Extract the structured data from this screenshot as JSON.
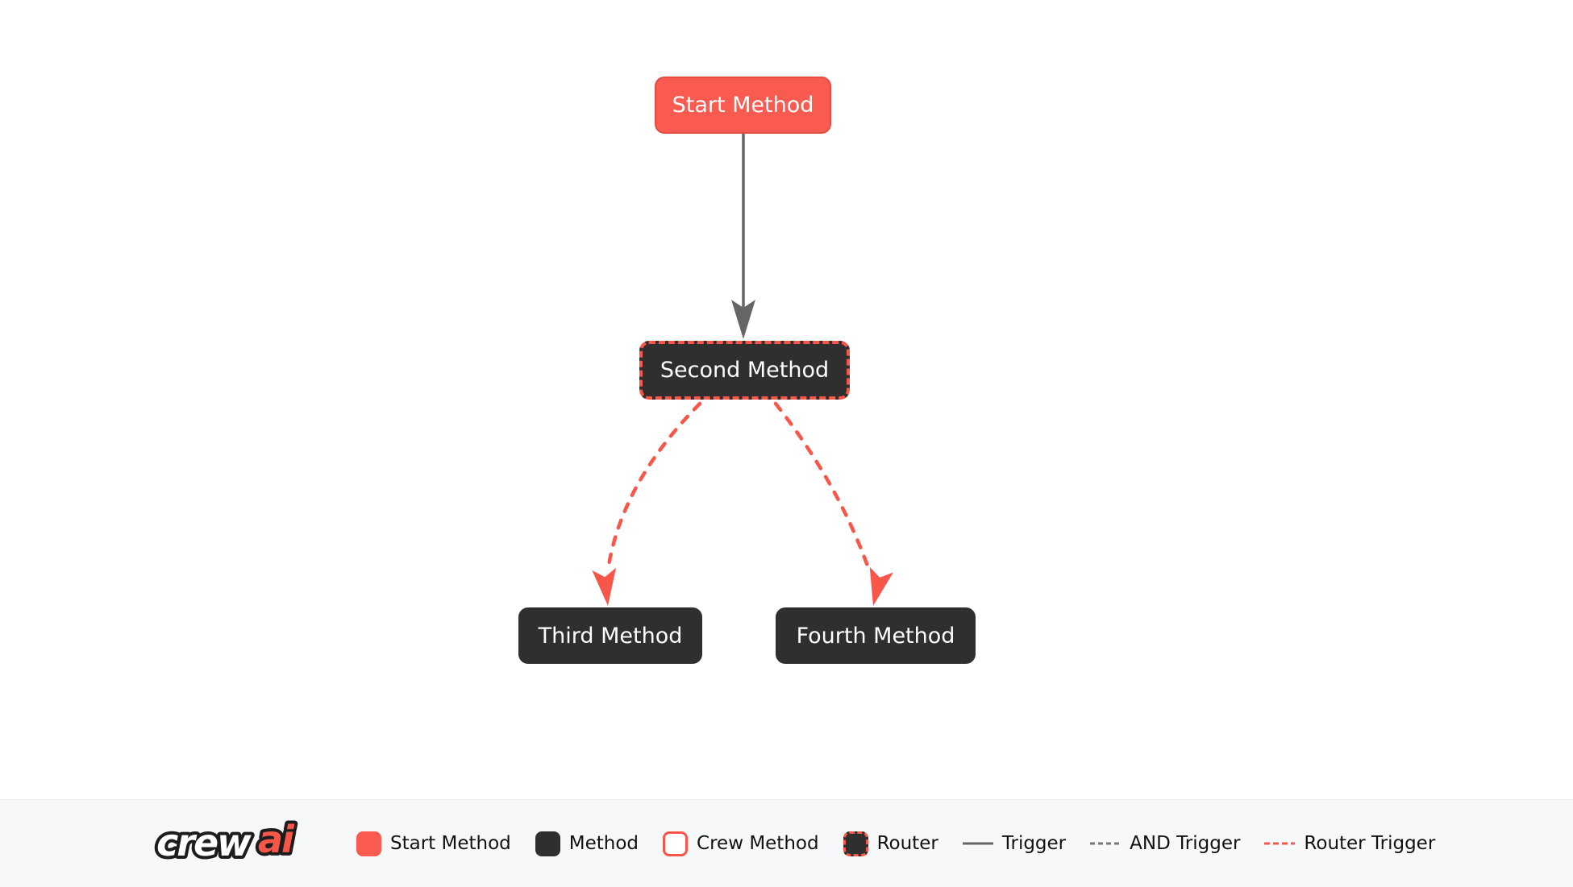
{
  "diagram": {
    "nodes": [
      {
        "id": "start_method",
        "label": "Start Method",
        "type": "start-method"
      },
      {
        "id": "second_method",
        "label": "Second Method",
        "type": "router"
      },
      {
        "id": "third_method",
        "label": "Third Method",
        "type": "method"
      },
      {
        "id": "fourth_method",
        "label": "Fourth Method",
        "type": "method"
      }
    ],
    "edges": [
      {
        "from": "start_method",
        "to": "second_method",
        "type": "trigger"
      },
      {
        "from": "second_method",
        "to": "third_method",
        "type": "router-trigger"
      },
      {
        "from": "second_method",
        "to": "fourth_method",
        "type": "router-trigger"
      }
    ]
  },
  "legend": {
    "logo": {
      "crew": "crew",
      "ai": "ai"
    },
    "items": [
      {
        "label": "Start Method",
        "swatch": "start-method-swatch"
      },
      {
        "label": "Method",
        "swatch": "method-swatch"
      },
      {
        "label": "Crew Method",
        "swatch": "crew-method-swatch"
      },
      {
        "label": "Router",
        "swatch": "router-swatch"
      },
      {
        "label": "Trigger",
        "swatch": "trigger-line"
      },
      {
        "label": "AND Trigger",
        "swatch": "and-trigger-line"
      },
      {
        "label": "Router Trigger",
        "swatch": "router-trigger-line"
      }
    ]
  },
  "colors": {
    "accent_red": "#F9564A",
    "start_node_bg": "#F95B50",
    "start_node_border": "#E44D42",
    "dark_node_bg": "#2F2F2F",
    "node_text": "#FFFFFF",
    "trigger_gray": "#666666",
    "and_trigger_gray": "#777777",
    "legend_bg": "#F7F8FA",
    "canvas_bg": "#FFFFFF",
    "legend_text": "#111111"
  }
}
